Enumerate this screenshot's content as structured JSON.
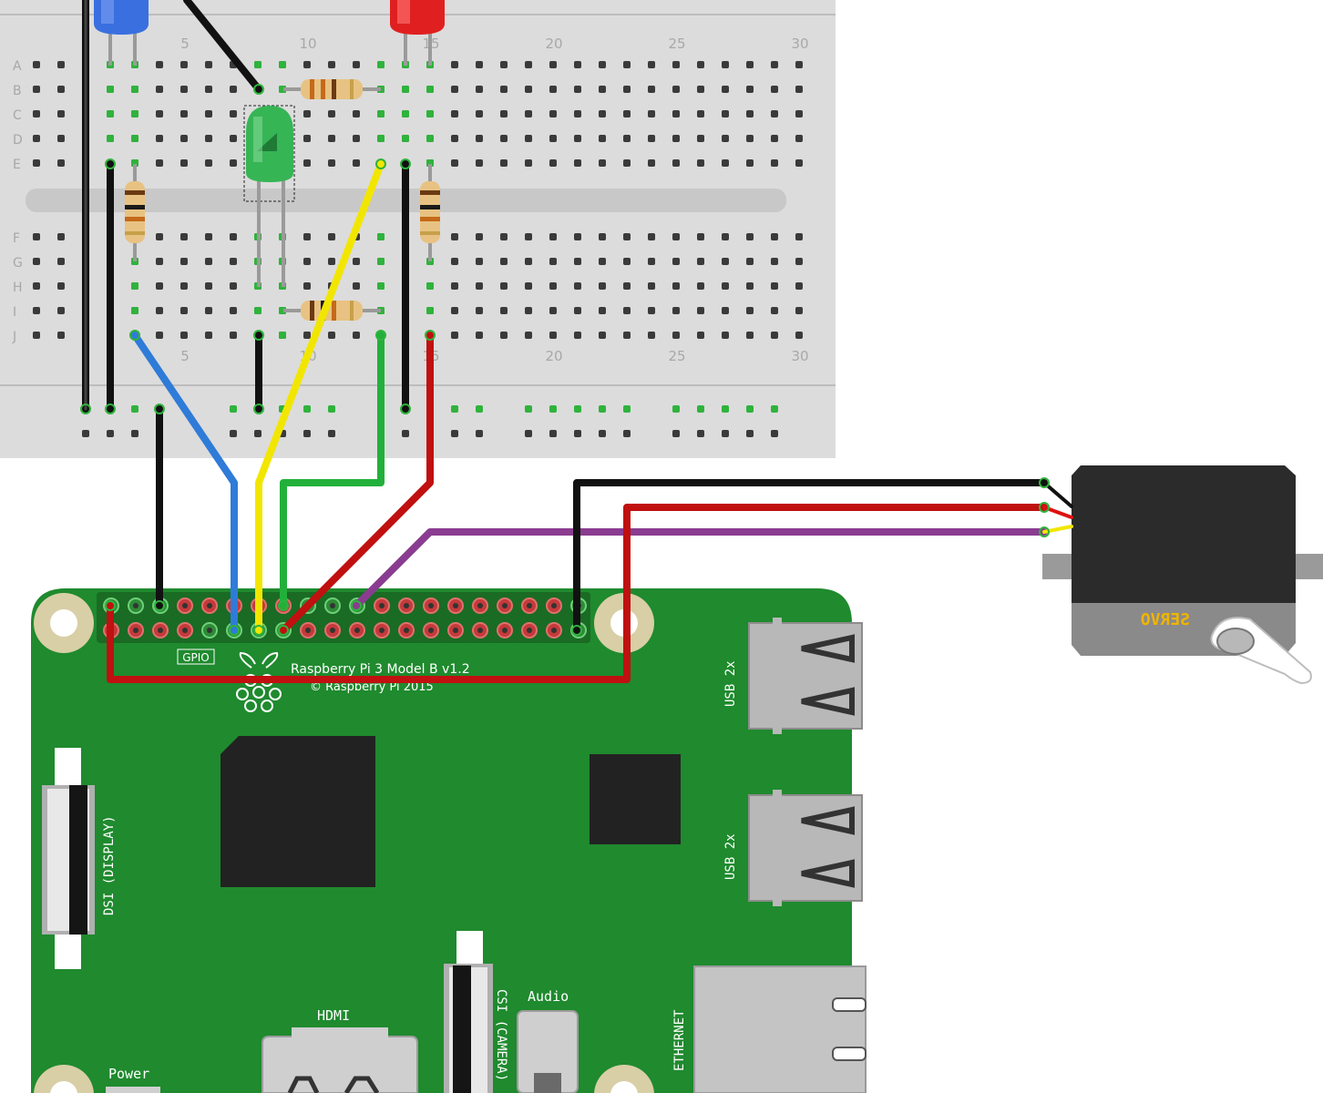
{
  "breadboard": {
    "row_labels": [
      "A",
      "B",
      "C",
      "D",
      "E",
      "F",
      "G",
      "H",
      "I",
      "J"
    ],
    "column_numbers": [
      "5",
      "10",
      "15",
      "20",
      "25",
      "30"
    ]
  },
  "raspberry_pi": {
    "model_label": "Raspberry Pi 3 Model B v1.2",
    "copyright_label": "© Raspberry Pi 2015",
    "gpio_label": "GPIO",
    "usb_top_label": "USB 2x",
    "usb_bottom_label": "USB 2x",
    "dsi_label": "DSI (DISPLAY)",
    "csi_label": "CSI (CAMERA)",
    "hdmi_label": "HDMI",
    "audio_label": "Audio",
    "ethernet_label": "ETHERNET",
    "power_label": "Power",
    "board_color": "#1f8a2e"
  },
  "servo": {
    "label": "SERVO",
    "label_color": "#f0b400",
    "body_color": "#2b2b2b"
  },
  "leds": [
    {
      "name": "blue",
      "color": "#3a6fe0"
    },
    {
      "name": "red",
      "color": "#e02020"
    },
    {
      "name": "green",
      "color": "#36b555"
    }
  ],
  "wires": [
    {
      "name": "black",
      "color": "#111111"
    },
    {
      "name": "blue",
      "color": "#2f7bd8"
    },
    {
      "name": "yellow",
      "color": "#f2e600"
    },
    {
      "name": "green",
      "color": "#22b03a"
    },
    {
      "name": "red",
      "color": "#c01010"
    },
    {
      "name": "purple",
      "color": "#8a3d90"
    }
  ]
}
